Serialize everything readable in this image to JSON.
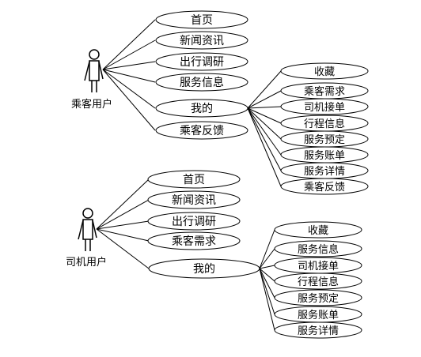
{
  "passenger": {
    "actor": "乘客用户",
    "cases": [
      "首页",
      "新闻资讯",
      "出行调研",
      "服务信息",
      "我的",
      "乘客反馈"
    ],
    "mine": [
      "收藏",
      "乘客需求",
      "司机接单",
      "行程信息",
      "服务预定",
      "服务账单",
      "服务详情",
      "乘客反馈"
    ]
  },
  "driver": {
    "actor": "司机用户",
    "cases": [
      "首页",
      "新闻资讯",
      "出行调研",
      "乘客需求",
      "我的"
    ],
    "mine": [
      "收藏",
      "服务信息",
      "司机接单",
      "行程信息",
      "服务预定",
      "服务账单",
      "服务详情"
    ]
  }
}
